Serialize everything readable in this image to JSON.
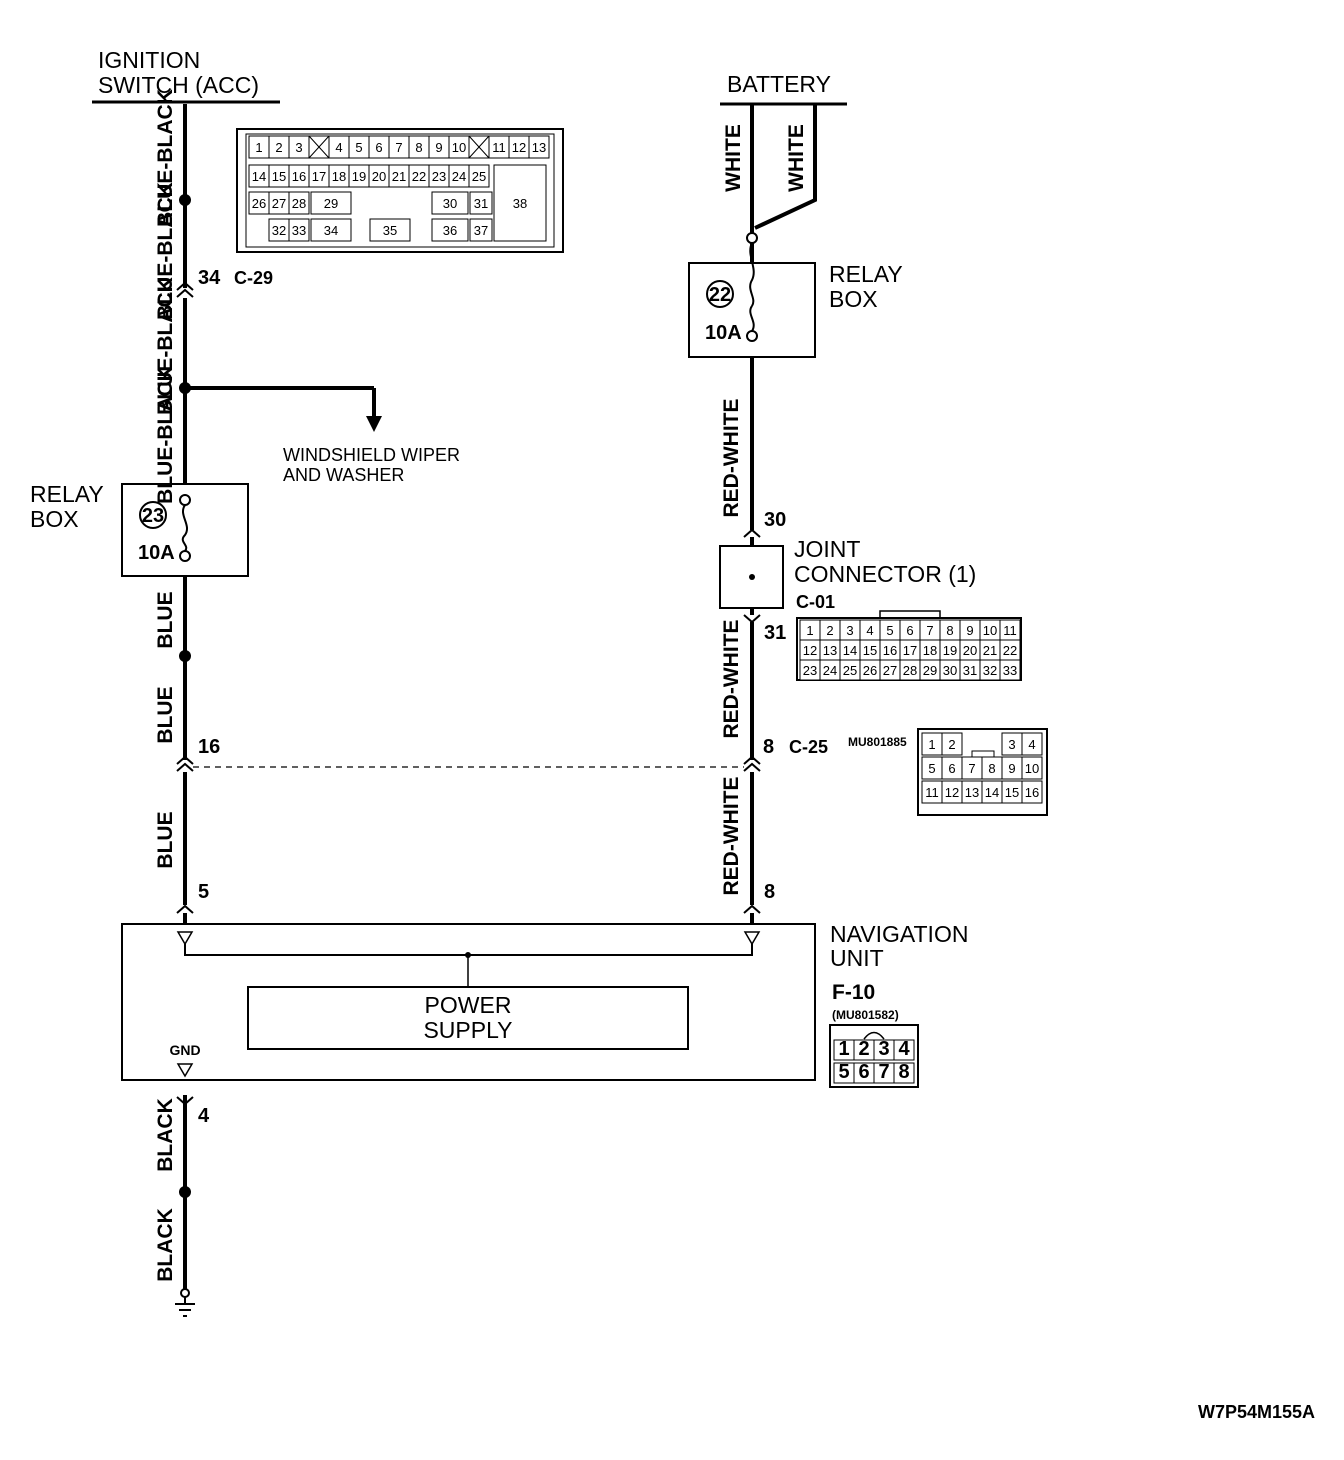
{
  "sources": {
    "ignition": [
      "IGNITION",
      "SWITCH (ACC)"
    ],
    "battery": "BATTERY"
  },
  "left_wire_colors": [
    "BLUE-BLACK",
    "BLUE-BLACK",
    "BLUE-BLACK",
    "BLUE-BLACK",
    "BLUE",
    "BLUE",
    "BLUE",
    "BLACK",
    "BLACK"
  ],
  "right_wire_colors": [
    "WHITE",
    "WHITE",
    "RED-WHITE",
    "RED-WHITE",
    "RED-WHITE"
  ],
  "left_relay_box": {
    "label": [
      "RELAY",
      "BOX"
    ],
    "fuse_no": "23",
    "rating": "10A"
  },
  "right_relay_box": {
    "label": [
      "RELAY",
      "BOX"
    ],
    "fuse_no": "22",
    "rating": "10A"
  },
  "branch_note": [
    "WINDSHIELD WIPER",
    "AND WASHER"
  ],
  "joint_connector": {
    "label": [
      "JOINT",
      "CONNECTOR (1)"
    ],
    "code": "C-01"
  },
  "pins": {
    "c29_pin": "34",
    "c29_code": "C-29",
    "jc_in": "30",
    "jc_out": "31",
    "c25_left": "16",
    "c25_right": "8",
    "c25_code": "C-25",
    "nav_left": "5",
    "nav_right": "8",
    "gnd_pin": "4"
  },
  "connector_part_numbers": {
    "c25": "MU801885",
    "f10": "(MU801582)"
  },
  "navigation_unit": {
    "label": [
      "NAVIGATION",
      "UNIT"
    ],
    "code": "F-10",
    "inner": [
      "POWER",
      "SUPPLY"
    ],
    "gnd": "GND"
  },
  "connector_c29": {
    "row1": [
      "1",
      "2",
      "3",
      "4",
      "5",
      "6",
      "7",
      "8",
      "9",
      "10",
      "11",
      "12",
      "13"
    ],
    "row2": [
      "14",
      "15",
      "16",
      "17",
      "18",
      "19",
      "20",
      "21",
      "22",
      "23",
      "24",
      "25"
    ],
    "row3": [
      "26",
      "27",
      "28",
      "29",
      "30",
      "31",
      "38"
    ],
    "row4": [
      "32",
      "33",
      "34",
      "35",
      "36",
      "37"
    ]
  },
  "connector_c01": {
    "row1": [
      "1",
      "2",
      "3",
      "4",
      "5",
      "6",
      "7",
      "8",
      "9",
      "10",
      "11"
    ],
    "row2": [
      "12",
      "13",
      "14",
      "15",
      "16",
      "17",
      "18",
      "19",
      "20",
      "21",
      "22"
    ],
    "row3": [
      "23",
      "24",
      "25",
      "26",
      "27",
      "28",
      "29",
      "30",
      "31",
      "32",
      "33"
    ]
  },
  "connector_c25": {
    "row1": [
      "1",
      "2",
      "3",
      "4"
    ],
    "row2": [
      "5",
      "6",
      "7",
      "8",
      "9",
      "10"
    ],
    "row3": [
      "11",
      "12",
      "13",
      "14",
      "15",
      "16"
    ]
  },
  "connector_f10": {
    "row1": [
      "1",
      "2",
      "3",
      "4"
    ],
    "row2": [
      "5",
      "6",
      "7",
      "8"
    ]
  },
  "figure_id": "W7P54M155A"
}
